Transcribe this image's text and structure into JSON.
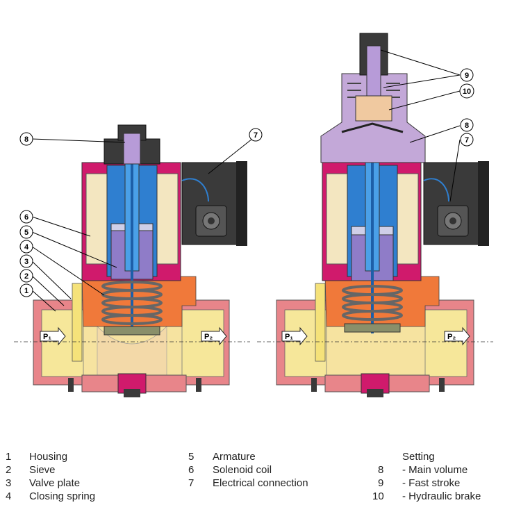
{
  "callouts": {
    "c1": "1",
    "c2": "2",
    "c3": "3",
    "c4": "4",
    "c5": "5",
    "c6": "6",
    "c7": "7",
    "c8": "8",
    "r7": "7",
    "r8": "8",
    "r9": "9",
    "r10": "10"
  },
  "ports": {
    "left_in": "P₁",
    "left_out": "P₂",
    "right_in": "P₁",
    "right_out": "P₂"
  },
  "legend": {
    "col1": [
      {
        "num": "1",
        "label": "Housing"
      },
      {
        "num": "2",
        "label": "Sieve"
      },
      {
        "num": "3",
        "label": "Valve plate"
      },
      {
        "num": "4",
        "label": "Closing spring"
      }
    ],
    "col2": [
      {
        "num": "5",
        "label": "Armature"
      },
      {
        "num": "6",
        "label": "Solenoid coil"
      },
      {
        "num": "7",
        "label": "Electrical connection"
      }
    ],
    "col3_title": "Setting",
    "col3": [
      {
        "num": "8",
        "label": "- Main volume"
      },
      {
        "num": "9",
        "label": "- Fast stroke"
      },
      {
        "num": "10",
        "label": "- Hydraulic brake"
      }
    ]
  },
  "colors": {
    "housing_pink": "#e8858a",
    "housing_yellow": "#f6e79a",
    "magenta_frame": "#d01a6c",
    "coil": "#f3e6c0",
    "blue_core": "#2f7fd0",
    "armature_purple": "#8f7cc8",
    "orange": "#f0793a",
    "lavender_cap": "#c3a8d8",
    "dark_grey": "#3a3a3a"
  }
}
